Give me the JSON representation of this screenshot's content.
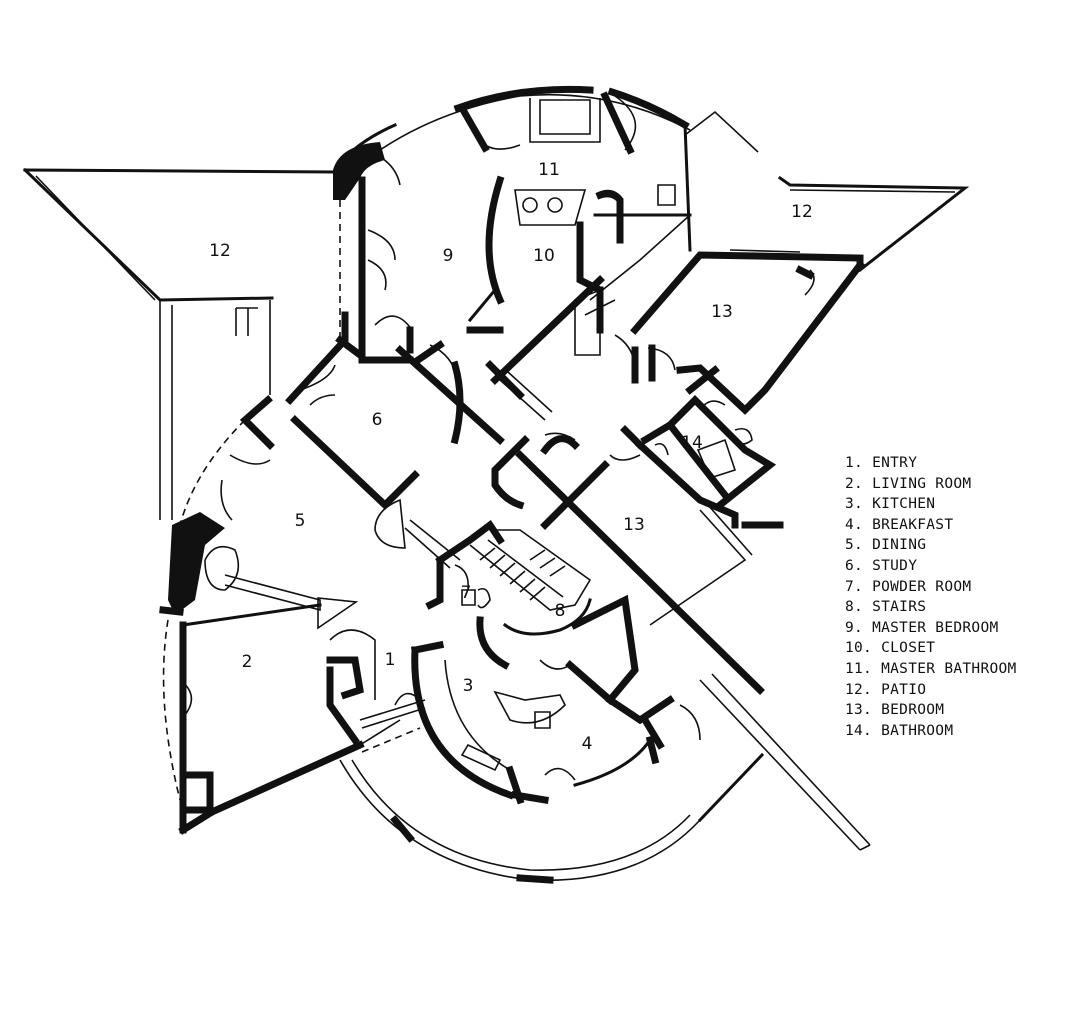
{
  "room_labels": [
    "1",
    "2",
    "3",
    "4",
    "5",
    "6",
    "7",
    "8",
    "9",
    "10",
    "11",
    "12",
    "12",
    "13",
    "13",
    "14"
  ],
  "legend": [
    "1. ENTRY",
    "2. LIVING ROOM",
    "3. KITCHEN",
    "4. BREAKFAST",
    "5. DINING",
    "6. STUDY",
    "7. POWDER ROOM",
    "8. STAIRS",
    "9. MASTER BEDROOM",
    "10. CLOSET",
    "11. MASTER BATHROOM",
    "12. PATIO",
    "13. BEDROOM",
    "14. BATHROOM"
  ]
}
